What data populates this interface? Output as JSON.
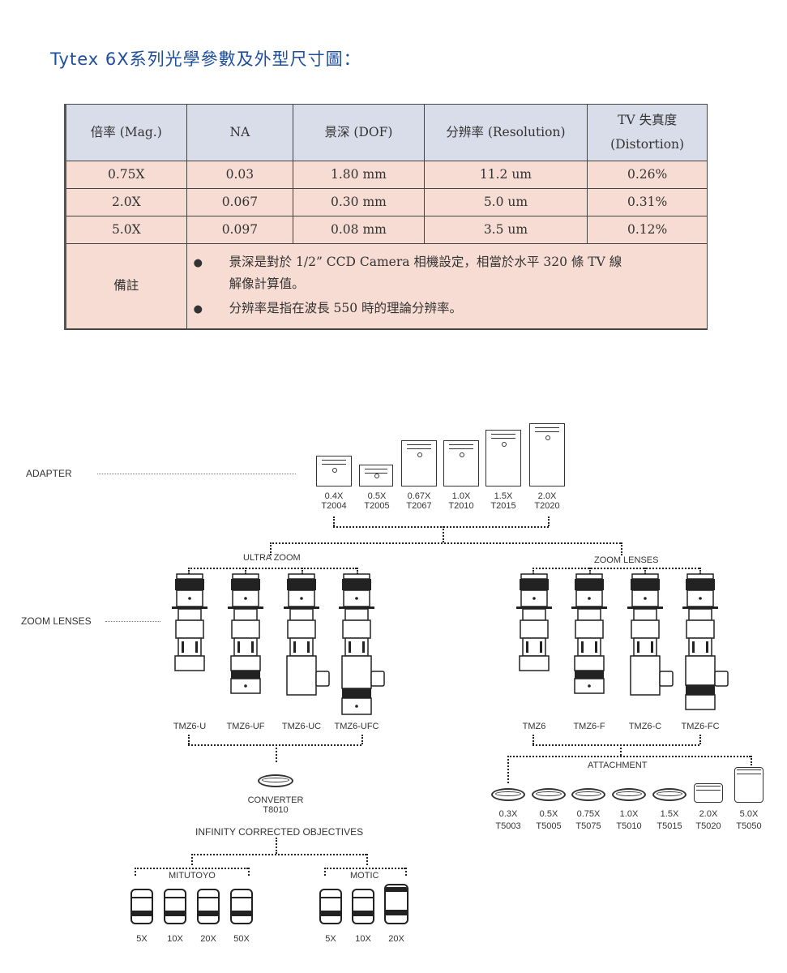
{
  "title": "Tytex 6X系列光學參數及外型尺寸圖：",
  "table": {
    "headers": [
      "倍率 (Mag.)",
      "NA",
      "景深 (DOF)",
      "分辨率 (Resolution)",
      "TV 失真度",
      "(Distortion)"
    ],
    "rows": [
      [
        "0.75X",
        "0.03",
        "1.80 mm",
        "11.2 um",
        "0.26%"
      ],
      [
        "2.0X",
        "0.067",
        "0.30 mm",
        "5.0 um",
        "0.31%"
      ],
      [
        "5.0X",
        "0.097",
        "0.08 mm",
        "3.5 um",
        "0.12%"
      ]
    ],
    "notes_label": "備註",
    "bullet": "●",
    "notes": [
      "景深是對於 1/2” CCD Camera 相機設定，相當於水平 320 條 TV 線",
      "解像計算值。",
      "分辨率是指在波長 550 時的理論分辨率。"
    ]
  },
  "diagram": {
    "adapter_label": "ADAPTER",
    "zoom_lenses_label": "ZOOM LENSES",
    "adapters": [
      {
        "mag": "0.4X",
        "code": "T2004"
      },
      {
        "mag": "0.5X",
        "code": "T2005"
      },
      {
        "mag": "0.67X",
        "code": "T2067"
      },
      {
        "mag": "1.0X",
        "code": "T2010"
      },
      {
        "mag": "1.5X",
        "code": "T2015"
      },
      {
        "mag": "2.0X",
        "code": "T2020"
      }
    ],
    "ultra_zoom_label": "ULTRA ZOOM",
    "zoom_lenses_group_label": "ZOOM LENSES",
    "ultra_models": [
      "TMZ6-U",
      "TMZ6-UF",
      "TMZ6-UC",
      "TMZ6-UFC"
    ],
    "zoom_models": [
      "TMZ6",
      "TMZ6-F",
      "TMZ6-C",
      "TMZ6-FC"
    ],
    "attachment_label": "ATTACHMENT",
    "attachments": [
      {
        "mag": "0.3X",
        "code": "T5003"
      },
      {
        "mag": "0.5X",
        "code": "T5005"
      },
      {
        "mag": "0.75X",
        "code": "T5075"
      },
      {
        "mag": "1.0X",
        "code": "T5010"
      },
      {
        "mag": "1.5X",
        "code": "T5015"
      },
      {
        "mag": "2.0X",
        "code": "T5020"
      },
      {
        "mag": "5.0X",
        "code": "T5050"
      }
    ],
    "converter_label": "CONVERTER",
    "converter_code": "T8010",
    "infinity_label": "INFINITY CORRECTED OBJECTIVES",
    "mitutoyo_label": "MITUTOYO",
    "motic_label": "MOTIC",
    "mitutoyo_mags": [
      "5X",
      "10X",
      "20X",
      "50X"
    ],
    "motic_mags": [
      "5X",
      "10X",
      "20X"
    ]
  }
}
